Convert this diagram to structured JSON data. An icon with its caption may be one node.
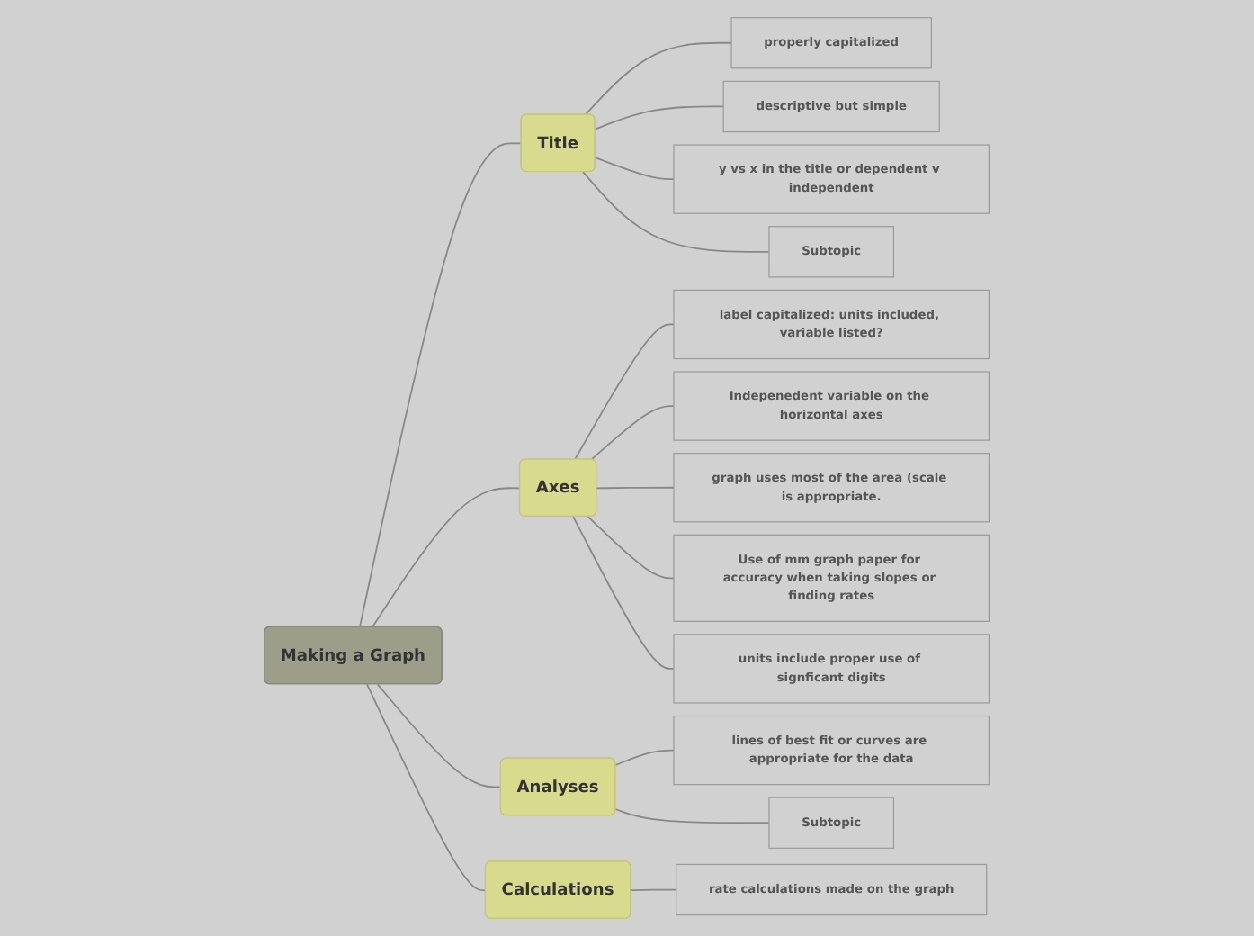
{
  "diagram": {
    "nodes": [
      {
        "text": [
          "Making a Graph"
        ]
      },
      {
        "text": [
          "Title"
        ]
      },
      {
        "text": [
          "properly capitalized"
        ]
      },
      {
        "text": [
          "descriptive but simple"
        ]
      },
      {
        "text": [
          "y vs x in the title or dependent v independent"
        ]
      },
      {
        "text": [
          "Subtopic"
        ]
      },
      {
        "text": [
          "Axes"
        ]
      },
      {
        "text": [
          "label capitalized: units included, variable listed?"
        ]
      },
      {
        "text": [
          "Indepenedent variable on the horizontal axes"
        ]
      },
      {
        "text": [
          "graph uses most of the area (scale is appropriate."
        ]
      },
      {
        "text": [
          "Use of mm graph paper for accuracy when taking slopes or finding rates"
        ]
      },
      {
        "text": [
          "units include proper use of signficant digits"
        ]
      },
      {
        "text": [
          "Analyses"
        ]
      },
      {
        "text": [
          "lines of best fit or curves are appropriate for the data"
        ]
      },
      {
        "text": [
          "Subtopic"
        ]
      },
      {
        "text": [
          "Calculations"
        ]
      },
      {
        "text": [
          "rate calculations made on the graph"
        ]
      }
    ],
    "edges": [
      {
        "from": 0,
        "to": 1,
        "arrow": "none"
      },
      {
        "from": 1,
        "to": 2,
        "arrow": "none"
      },
      {
        "from": 1,
        "to": 3,
        "arrow": "none"
      },
      {
        "from": 1,
        "to": 4,
        "arrow": "none"
      },
      {
        "from": 1,
        "to": 5,
        "arrow": "none"
      },
      {
        "from": 0,
        "to": 6,
        "arrow": "none"
      },
      {
        "from": 6,
        "to": 7,
        "arrow": "none"
      },
      {
        "from": 6,
        "to": 8,
        "arrow": "none"
      },
      {
        "from": 6,
        "to": 9,
        "arrow": "none"
      },
      {
        "from": 6,
        "to": 10,
        "arrow": "none"
      },
      {
        "from": 6,
        "to": 11,
        "arrow": "none"
      },
      {
        "from": 0,
        "to": 12,
        "arrow": "none"
      },
      {
        "from": 12,
        "to": 13,
        "arrow": "none"
      },
      {
        "from": 12,
        "to": 14,
        "arrow": "none"
      },
      {
        "from": 0,
        "to": 15,
        "arrow": "none"
      },
      {
        "from": 15,
        "to": 16,
        "arrow": "none"
      }
    ]
  }
}
